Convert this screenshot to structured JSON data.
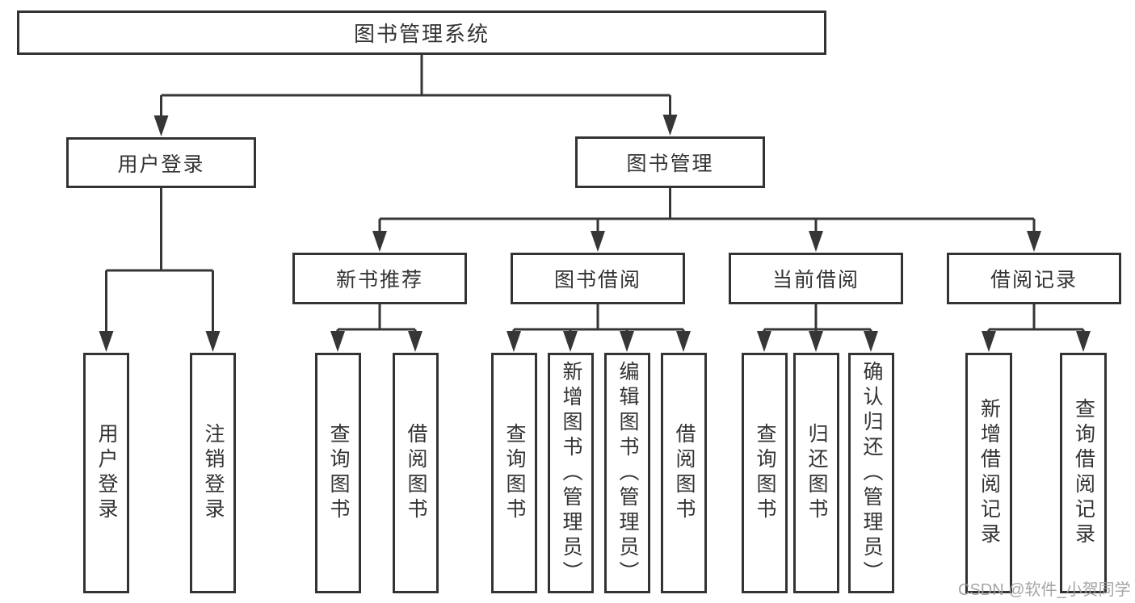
{
  "diagram": {
    "title": "图书管理系统",
    "nodes": {
      "root": "图书管理系统",
      "user_login": "用户登录",
      "book_mgmt": "图书管理",
      "l3": [
        "新书推荐",
        "图书借阅",
        "当前借阅",
        "借阅记录"
      ],
      "user_login_children": [
        "用户登录",
        "注销登录"
      ],
      "new_book_children": [
        "查询图书",
        "借阅图书"
      ],
      "borrow_children": [
        "查询图书",
        "新增图书（管理员）",
        "编辑图书（管理员）",
        "借阅图书"
      ],
      "current_children": [
        "查询图书",
        "归还图书",
        "确认归还（管理员）"
      ],
      "record_children": [
        "新增借阅记录",
        "查询借阅记录"
      ]
    },
    "watermark": "CSDN @软件_小贺同学",
    "colors": {
      "line": "#363636",
      "box_border": "#333333",
      "text": "#333333",
      "watermark": "#9e9e9e",
      "background": "#ffffff"
    }
  }
}
